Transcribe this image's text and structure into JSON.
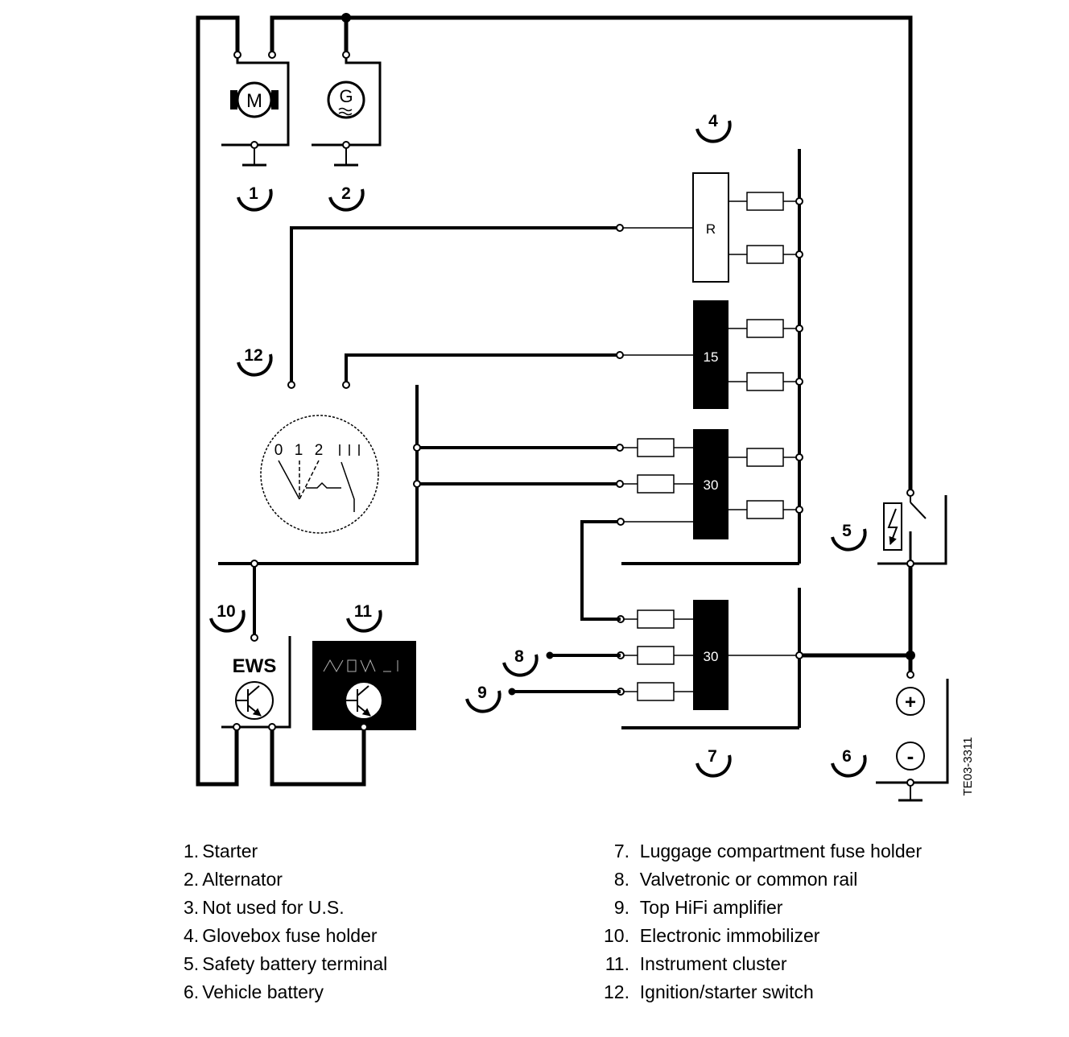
{
  "diagram": {
    "callouts": [
      "1",
      "2",
      "4",
      "5",
      "6",
      "7",
      "8",
      "9",
      "10",
      "11",
      "12"
    ],
    "relay_r_label": "R",
    "terminal_15_label": "15",
    "terminal_30_upper_label": "30",
    "terminal_30_lower_label": "30",
    "switch_positions": [
      "0",
      "1",
      "2"
    ],
    "motor_symbol": "M",
    "generator_symbol": "G",
    "ews_label": "EWS",
    "plus_symbol": "+",
    "minus_symbol": "-",
    "figure_code": "TE03-3311"
  },
  "legend": {
    "left": [
      {
        "num": "1.",
        "text": "Starter"
      },
      {
        "num": "2.",
        "text": "Alternator"
      },
      {
        "num": "3.",
        "text": "Not used for U.S."
      },
      {
        "num": "4.",
        "text": "Glovebox fuse holder"
      },
      {
        "num": "5.",
        "text": "Safety battery terminal"
      },
      {
        "num": "6.",
        "text": "Vehicle battery"
      }
    ],
    "right": [
      {
        "num": "7.",
        "text": "Luggage compartment fuse holder"
      },
      {
        "num": "8.",
        "text": "Valvetronic or common rail"
      },
      {
        "num": "9.",
        "text": "Top HiFi amplifier"
      },
      {
        "num": "10.",
        "text": "Electronic immobilizer"
      },
      {
        "num": "11.",
        "text": "Instrument cluster"
      },
      {
        "num": "12.",
        "text": "Ignition/starter switch"
      }
    ]
  }
}
